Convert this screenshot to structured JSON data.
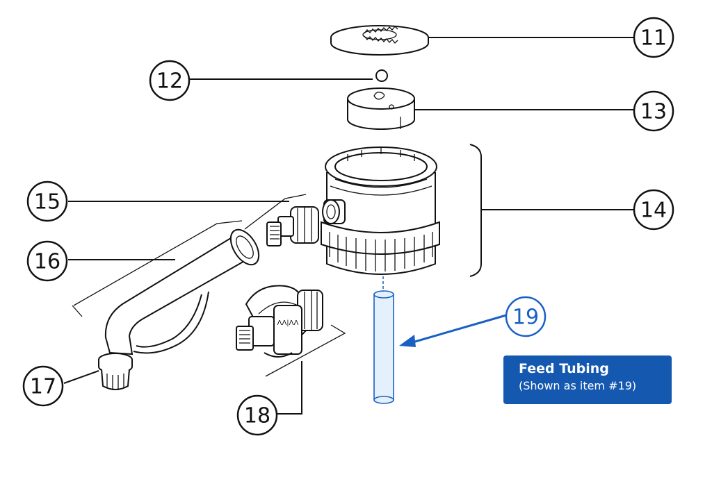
{
  "diagram": {
    "callouts": [
      {
        "id": "11",
        "label": "11"
      },
      {
        "id": "12",
        "label": "12"
      },
      {
        "id": "13",
        "label": "13"
      },
      {
        "id": "14",
        "label": "14"
      },
      {
        "id": "15",
        "label": "15"
      },
      {
        "id": "16",
        "label": "16"
      },
      {
        "id": "17",
        "label": "17"
      },
      {
        "id": "18",
        "label": "18"
      },
      {
        "id": "19",
        "label": "19"
      }
    ],
    "fitting_marking": "ɅɅ|ɅɅ",
    "highlight_color": "#1a5fc4",
    "info_box": {
      "title": "Feed Tubing",
      "subtitle": "(Shown as item #19)",
      "background": "#1558b0"
    }
  }
}
